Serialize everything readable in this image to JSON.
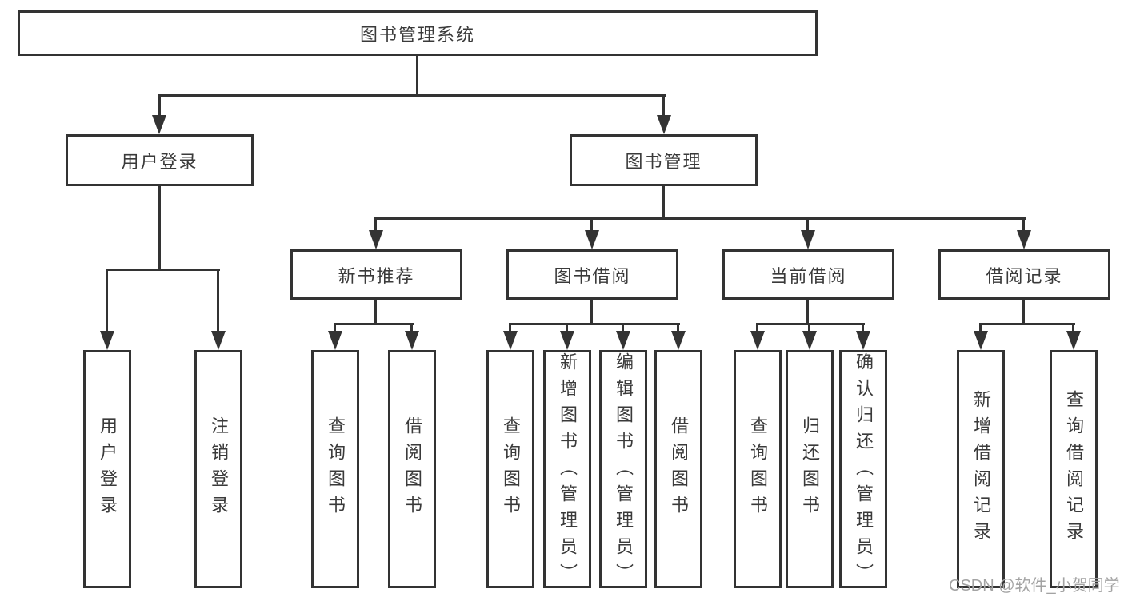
{
  "diagram": {
    "root_label": "图书管理系统",
    "l2": [
      "用户登录",
      "图书管理"
    ],
    "l3": [
      "新书推荐",
      "图书借阅",
      "当前借阅",
      "借阅记录"
    ],
    "leaves": [
      "用户登录",
      "注销登录",
      "查询图书",
      "借阅图书",
      "查询图书",
      "新增图书（管理员）",
      "编辑图书（管理员）",
      "借阅图书",
      "查询图书",
      "归还图书",
      "确认归还（管理员）",
      "新增借阅记录",
      "查询借阅记录"
    ]
  },
  "watermark": {
    "text": "CSDN @软件_小贺同学"
  },
  "colors": {
    "line": "#333333",
    "text": "#3a3a3a",
    "watermark": "#a3a3a3",
    "background": "#ffffff"
  }
}
